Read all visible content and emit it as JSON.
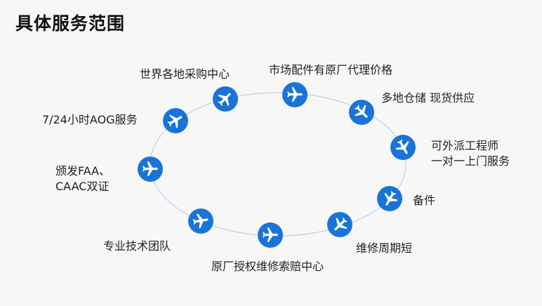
{
  "title": "具体服务范围",
  "accent_color": "#1a73d8",
  "ring_color": "#c9d6ef",
  "icon": "airplane-icon",
  "services": [
    {
      "lines": [
        "世界各地采购中心"
      ]
    },
    {
      "lines": [
        "市场配件有原厂代理价格"
      ]
    },
    {
      "lines": [
        "多地仓储 现货供应"
      ]
    },
    {
      "lines": [
        "可外派工程师",
        "一对一上门服务"
      ]
    },
    {
      "lines": [
        "备件"
      ]
    },
    {
      "lines": [
        "维修周期短"
      ]
    },
    {
      "lines": [
        "原厂授权维修索赔中心"
      ]
    },
    {
      "lines": [
        "专业技术团队"
      ]
    },
    {
      "lines": [
        "颁发FAA、",
        "CAAC双证"
      ]
    },
    {
      "lines": [
        "7/24小时AOG服务"
      ]
    }
  ]
}
